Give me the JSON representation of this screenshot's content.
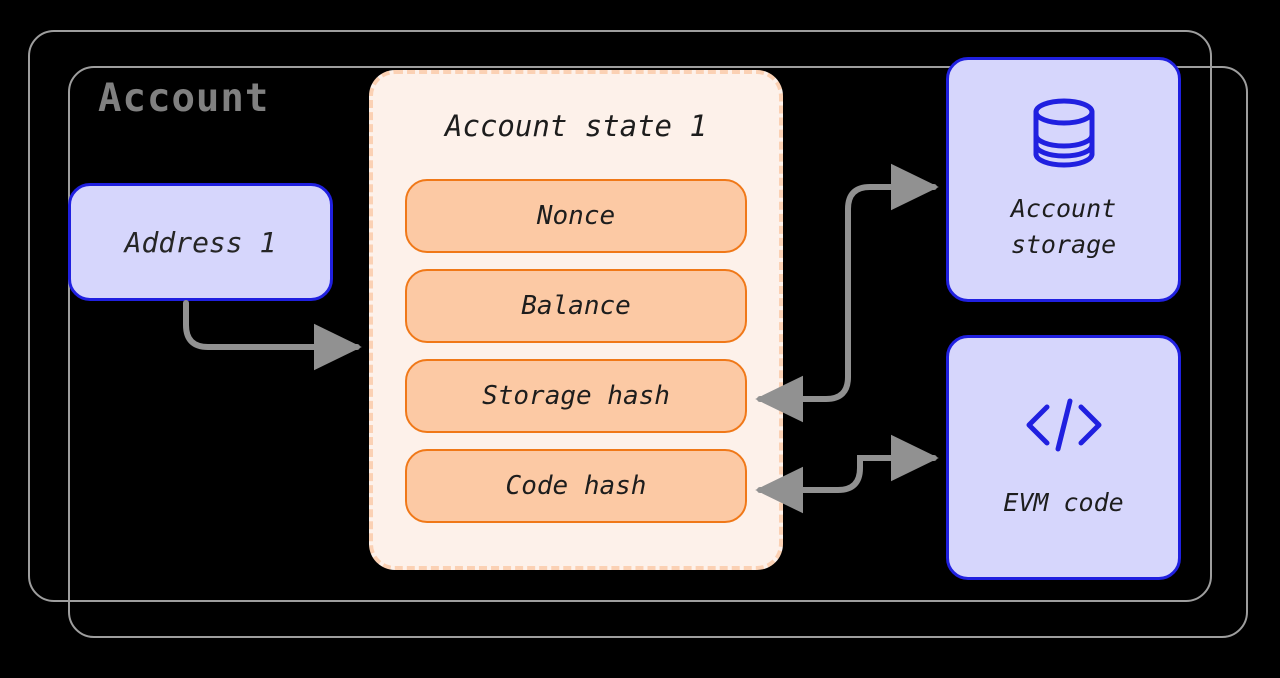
{
  "diagram": {
    "title": "Account",
    "container": {
      "name": "account-container",
      "stacked": true
    },
    "address": {
      "label": "Address 1"
    },
    "account_state": {
      "title": "Account state 1",
      "fields": [
        {
          "label": "Nonce"
        },
        {
          "label": "Balance"
        },
        {
          "label": "Storage hash"
        },
        {
          "label": "Code hash"
        }
      ]
    },
    "side_cards": [
      {
        "id": "account-storage",
        "label": "Account\nstorage",
        "icon": "database-icon"
      },
      {
        "id": "evm-code",
        "label": "EVM code",
        "icon": "code-brackets-icon"
      }
    ],
    "connectors": [
      {
        "name": "address-to-account-state",
        "from": "Address 1",
        "to": "Account state 1",
        "direction": "one-way"
      },
      {
        "name": "storage-hash-to-account-storage",
        "from": "Storage hash",
        "to": "Account storage",
        "direction": "two-way"
      },
      {
        "name": "code-hash-to-evm-code",
        "from": "Code hash",
        "to": "EVM code",
        "direction": "two-way"
      }
    ],
    "colors": {
      "background": "#000000",
      "container_stroke": "#9e9e9e",
      "title_text": "#808080",
      "blue_fill": "#d6d6fc",
      "blue_stroke": "#2020e0",
      "panel_fill": "#fdf1ea",
      "panel_dash_stroke": "#fbd1b4",
      "pill_fill": "#fcc9a4",
      "pill_stroke": "#f07818",
      "arrow": "#919191",
      "body_text": "#1d1d1d"
    }
  }
}
